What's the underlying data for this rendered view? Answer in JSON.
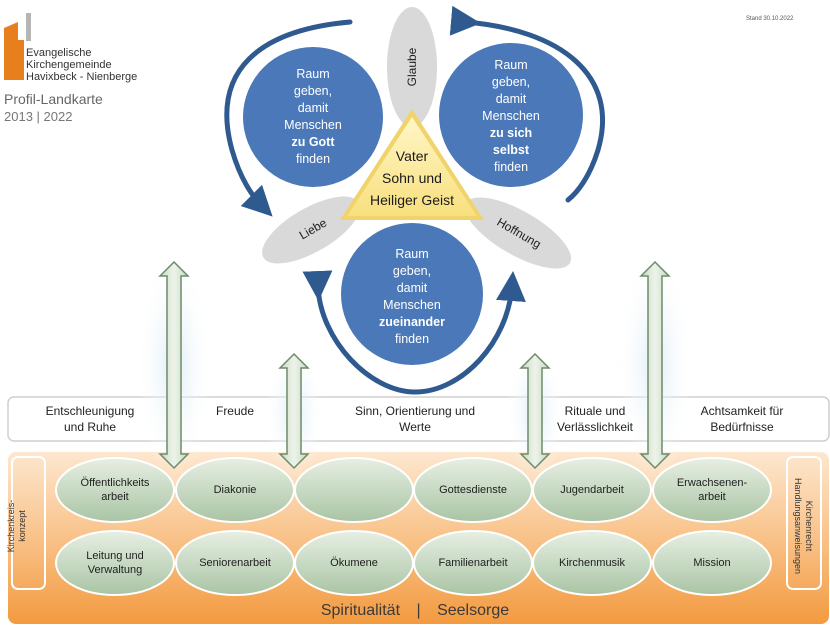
{
  "header": {
    "org_line1": "Evangelische",
    "org_line2": "Kirchengemeinde",
    "org_line3": "Havixbeck - Nienberge",
    "map_title": "Profil-Landkarte",
    "map_years": "2013 | 2022",
    "stand": "Stand 30.10.2022"
  },
  "trinity": {
    "line1": "Vater",
    "line2": "Sohn und",
    "line3": "Heiliger Geist"
  },
  "virtues": {
    "glaube": "Glaube",
    "liebe": "Liebe",
    "hoffnung": "Hoffnung"
  },
  "circles": {
    "gott": {
      "l1": "Raum",
      "l2": "geben,",
      "l3": "damit",
      "l4": "Menschen",
      "bold": "zu Gott",
      "l6": "finden"
    },
    "selbst": {
      "l1": "Raum",
      "l2": "geben,",
      "l3": "damit",
      "l4": "Menschen",
      "bold1": "zu sich",
      "bold2": "selbst",
      "l7": "finden"
    },
    "zueinander": {
      "l1": "Raum",
      "l2": "geben,",
      "l3": "damit",
      "l4": "Menschen",
      "bold": "zueinander",
      "l6": "finden"
    }
  },
  "values": [
    {
      "l1": "Entschleunigung",
      "l2": "und Ruhe"
    },
    {
      "l1": "Freude",
      "l2": ""
    },
    {
      "l1": "Sinn, Orientierung und",
      "l2": "Werte"
    },
    {
      "l1": "Rituale und",
      "l2": "Verlässlichkeit"
    },
    {
      "l1": "Achtsamkeit für",
      "l2": "Bedürfnisse"
    }
  ],
  "fields_row1": [
    {
      "l1": "Öffentlichkeits",
      "l2": "arbeit"
    },
    {
      "l1": "Diakonie",
      "l2": ""
    },
    {
      "l1": "",
      "l2": ""
    },
    {
      "l1": "Gottesdienste",
      "l2": ""
    },
    {
      "l1": "Jugendarbeit",
      "l2": ""
    },
    {
      "l1": "Erwachsenen-",
      "l2": "arbeit"
    }
  ],
  "fields_row2": [
    {
      "l1": "Leitung und",
      "l2": "Verwaltung"
    },
    {
      "l1": "Seniorenarbeit",
      "l2": ""
    },
    {
      "l1": "Ökumene",
      "l2": ""
    },
    {
      "l1": "Familienarbeit",
      "l2": ""
    },
    {
      "l1": "Kirchenmusik",
      "l2": ""
    },
    {
      "l1": "Mission",
      "l2": ""
    }
  ],
  "side": {
    "left_l1": "Kirchenkreis-",
    "left_l2": "konzept",
    "right_l1": "Kirchenrecht",
    "right_l2": "Handlungsanweisungen"
  },
  "bottom": {
    "left": "Spiritualität",
    "sep": "|",
    "right": "Seelsorge"
  },
  "colors": {
    "circle_blue": "#4a78b8",
    "arrow_blue": "#2f5a90",
    "triangle_yellow": "#fbeea0",
    "pill_green": "#c9dcc5",
    "orange_band": "#f6a24a"
  }
}
